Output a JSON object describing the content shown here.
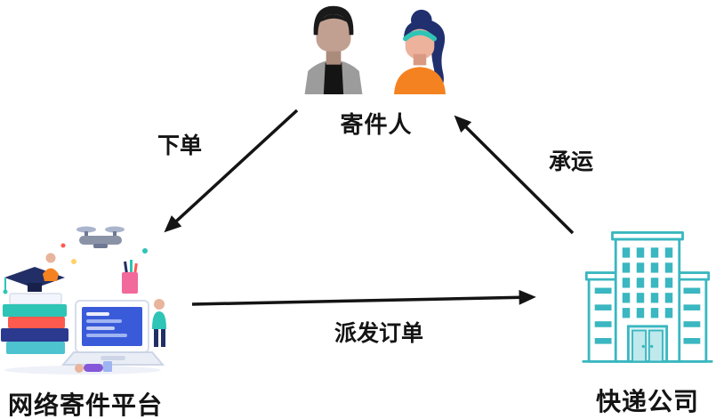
{
  "diagram": {
    "nodes": {
      "sender": {
        "label": "寄件人"
      },
      "platform": {
        "label": "网络寄件平台"
      },
      "courier": {
        "label": "快递公司"
      }
    },
    "edges": {
      "place_order": {
        "label": "下单",
        "from": "sender",
        "to": "platform"
      },
      "dispatch_order": {
        "label": "派发订单",
        "from": "platform",
        "to": "courier"
      },
      "carriage": {
        "label": "承运",
        "from": "courier",
        "to": "sender"
      }
    },
    "colors": {
      "background": "#ffffff",
      "arrow": "#141414",
      "text": "#141414",
      "building_teal": "#3ab7c0",
      "accent_orange": "#f58220",
      "accent_navy": "#222f66",
      "accent_teal": "#2ec4b6",
      "accent_red": "#ff5a4e",
      "accent_pink": "#f2699c",
      "screen_blue": "#3a5bd9"
    }
  }
}
